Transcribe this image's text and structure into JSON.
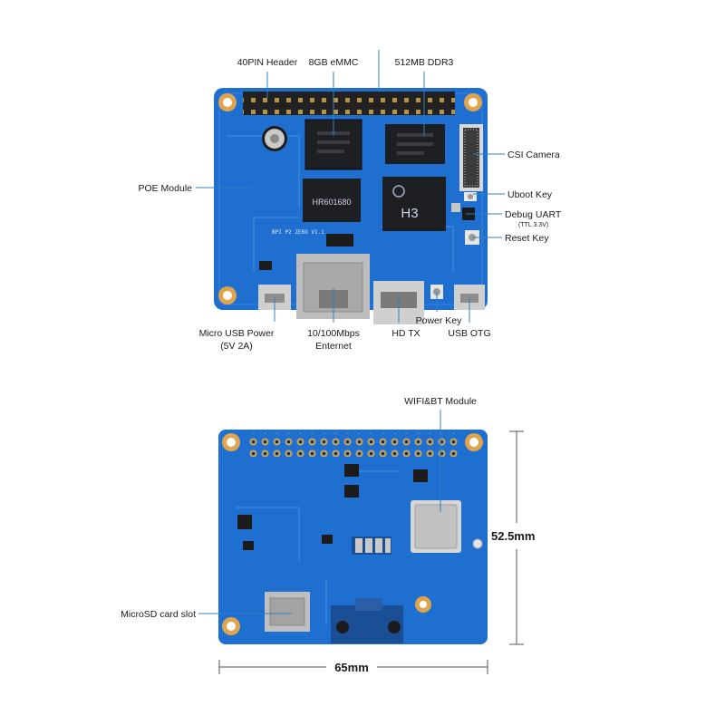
{
  "top_board": {
    "silkscreen": "BPI P2 ZERO V1.1",
    "chips": {
      "soc_text": "H3",
      "phy_text": "HR601680"
    },
    "callouts": {
      "header": "40PIN Header",
      "emmc": "8GB eMMC",
      "ddr": "512MB DDR3",
      "csi": "CSI Camera",
      "poe": "POE Module",
      "uboot": "Uboot Key",
      "debug": "Debug UART",
      "debug_sub": "(TTL 3.3V)",
      "reset": "Reset Key",
      "usb_power_1": "Micro USB Power",
      "usb_power_2": "(5V 2A)",
      "ethernet_1": "10/100Mbps",
      "ethernet_2": "Enternet",
      "hdtx": "HD  TX",
      "power_key": "Power Key",
      "usb_otg": "USB OTG"
    }
  },
  "bottom_board": {
    "callouts": {
      "wifi": "WIFI&BT Module",
      "microsd": "MicroSD card slot"
    },
    "dimensions": {
      "height": "52.5mm",
      "width": "65mm"
    }
  },
  "colors": {
    "pcb": "#1e6fd0",
    "pcb_dark": "#155bb3",
    "gold": "#d9a24a",
    "leader": "#2f7fc1"
  }
}
